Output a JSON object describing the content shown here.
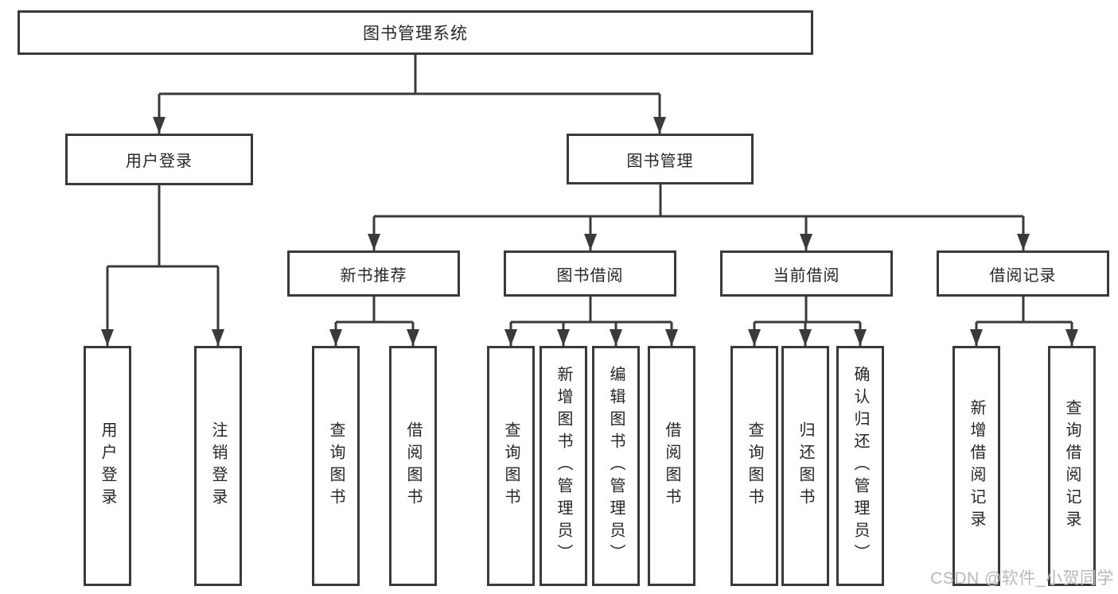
{
  "tree": {
    "root": {
      "label": "图书管理系统"
    },
    "children": [
      {
        "label": "用户登录",
        "children": [
          {
            "label": "用户登录"
          },
          {
            "label": "注销登录"
          }
        ]
      },
      {
        "label": "图书管理",
        "children": [
          {
            "label": "新书推荐",
            "children": [
              {
                "label": "查询图书"
              },
              {
                "label": "借阅图书"
              }
            ]
          },
          {
            "label": "图书借阅",
            "children": [
              {
                "label": "查询图书"
              },
              {
                "label": "新增图书（管理员）"
              },
              {
                "label": "编辑图书（管理员）"
              },
              {
                "label": "借阅图书"
              }
            ]
          },
          {
            "label": "当前借阅",
            "children": [
              {
                "label": "查询图书"
              },
              {
                "label": "归还图书"
              },
              {
                "label": "确认归还（管理员）"
              }
            ]
          },
          {
            "label": "借阅记录",
            "children": [
              {
                "label": "新增借阅记录"
              },
              {
                "label": "查询借阅记录"
              }
            ]
          }
        ]
      }
    ]
  },
  "watermark": {
    "text": "CSDN @软件_小贺同学"
  },
  "colors": {
    "line": "#3a3a3a",
    "text": "#262626",
    "watermark": "#b9b9b9",
    "background": "#ffffff"
  }
}
